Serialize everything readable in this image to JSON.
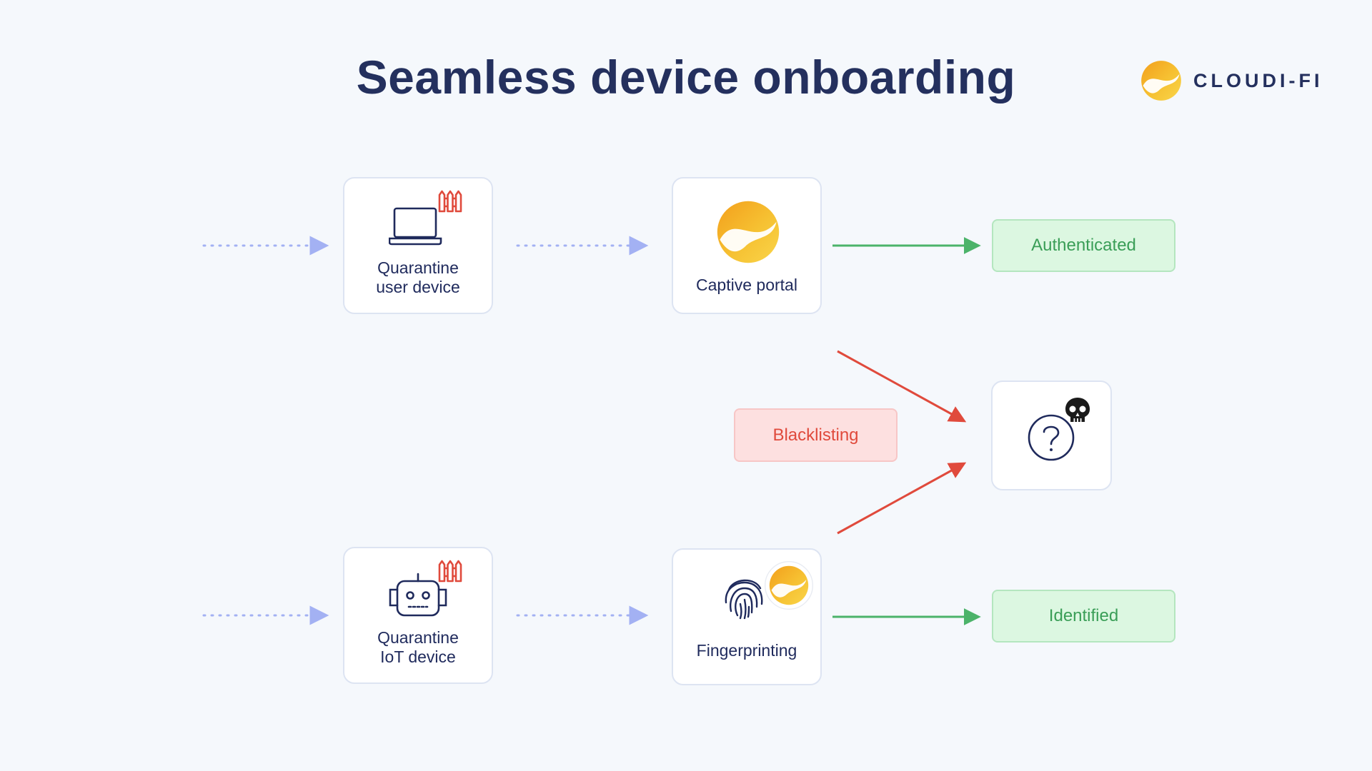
{
  "title": "Seamless device onboarding",
  "logo": {
    "text": "CLOUDI-FI",
    "icon": "cloudi-fi-logo-icon"
  },
  "nodes": {
    "quarantine_user": {
      "line1": "Quarantine",
      "line2": "user device",
      "icons": [
        "laptop-icon",
        "fence-icon"
      ]
    },
    "captive_portal": {
      "label": "Captive portal",
      "icons": [
        "cloudi-fi-logo-icon"
      ]
    },
    "quarantine_iot": {
      "line1": "Quarantine",
      "line2": "IoT device",
      "icons": [
        "robot-icon",
        "fence-icon"
      ]
    },
    "fingerprinting": {
      "label": "Fingerprinting",
      "icons": [
        "fingerprint-icon",
        "cloudi-fi-logo-icon"
      ]
    },
    "unknown": {
      "icons": [
        "question-mark-icon",
        "skull-icon"
      ]
    }
  },
  "statuses": {
    "authenticated": "Authenticated",
    "identified": "Identified",
    "blacklisting": "Blacklisting"
  },
  "colors": {
    "accent_navy": "#24305e",
    "dotted_arrow": "#a3b1f3",
    "success_green": "#4cb36a",
    "danger_red": "#e04a3c",
    "fence_red": "#e04a3c",
    "logo_gold": "#f4b62a"
  }
}
